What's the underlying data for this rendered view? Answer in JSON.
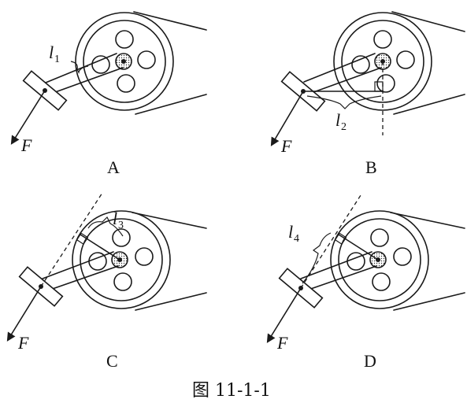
{
  "panels": [
    {
      "label": "A",
      "length_letter": "l",
      "length_sub": "1",
      "force": "F"
    },
    {
      "label": "B",
      "length_letter": "l",
      "length_sub": "2",
      "force": "F"
    },
    {
      "label": "C",
      "length_letter": "l",
      "length_sub": "3",
      "force": "F"
    },
    {
      "label": "D",
      "length_letter": "l",
      "length_sub": "4",
      "force": "F"
    }
  ],
  "caption": "图 11-1-1"
}
